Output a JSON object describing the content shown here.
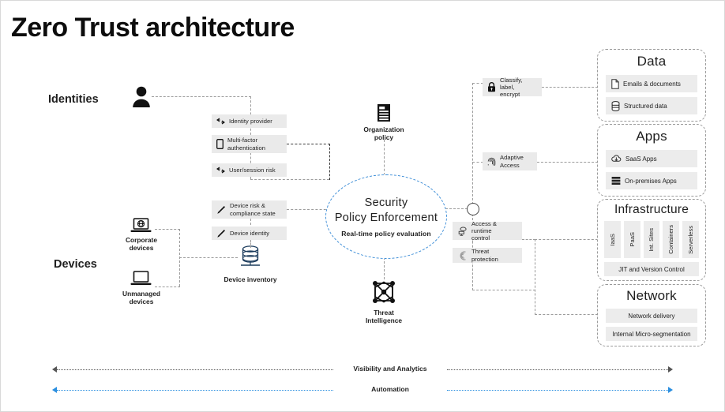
{
  "page": {
    "title": "Zero Trust architecture"
  },
  "pillars": {
    "identities": {
      "label": "Identities",
      "icon": "person-icon"
    },
    "devices": {
      "label": "Devices",
      "icon": "devices-icon"
    }
  },
  "identity_chips": [
    {
      "label": "Identity  provider",
      "icon": "exchange-arrows-icon"
    },
    {
      "label": "Multi-factor\nauthentication",
      "line1": "Multi-factor",
      "line2": "authentication",
      "icon": "mobile-phone-icon"
    },
    {
      "label": "User/session risk",
      "icon": "exchange-arrows-icon"
    }
  ],
  "device_chips": [
    {
      "line1": "Device  risk &",
      "line2": "compliance  state",
      "icon": "pencil-icon"
    },
    {
      "line1": "Device  identity",
      "line2": "",
      "icon": "pencil-icon"
    }
  ],
  "device_sources": [
    {
      "line1": "Corporate",
      "line2": "devices",
      "icon": "laptop-globe-icon"
    },
    {
      "line1": "Unmanaged",
      "line2": "devices",
      "icon": "laptop-icon"
    }
  ],
  "device_inventory": {
    "label": "Device inventory",
    "icon": "database-icon"
  },
  "organization_policy": {
    "line1": "Organization",
    "line2": "policy",
    "icon": "document-lines-icon"
  },
  "threat_intelligence": {
    "line1": "Threat",
    "line2": "Intelligence",
    "icon": "network-graph-icon"
  },
  "policy_engine": {
    "line1": "Security",
    "line2": "Policy  Enforcement",
    "subtitle": "Real-time policy evaluation",
    "accent_color": "#3f8fd8"
  },
  "enforcement_chips": [
    {
      "line1": "Access & runtime",
      "line2": "control",
      "icon": "access-control-icon"
    },
    {
      "line1": "Threat protection",
      "line2": "",
      "icon": "shield-radar-icon"
    }
  ],
  "right_chips": [
    {
      "line1": "Classify,  label,",
      "line2": "encrypt",
      "icon": "lock-icon"
    },
    {
      "line1": "Adaptive",
      "line2": "Access",
      "icon": "fingerprint-icon"
    }
  ],
  "panels": [
    {
      "title": "Data",
      "rows": [
        {
          "label": "Emails & documents",
          "icon": "file-icon"
        },
        {
          "label": "Structured  data",
          "icon": "database-icon"
        }
      ]
    },
    {
      "title": "Apps",
      "rows": [
        {
          "label": "SaaS Apps",
          "icon": "cloud-arrow-icon"
        },
        {
          "label": "On-premises Apps",
          "icon": "server-stack-icon"
        }
      ]
    },
    {
      "title": "Infrastructure",
      "vertical_cells": [
        "IaaS",
        "PaaS",
        "Int. Sites",
        "Containers",
        "Serverless"
      ],
      "footer": "JIT and Version  Control"
    },
    {
      "title": "Network",
      "rows": [
        {
          "label": "Network delivery",
          "icon": ""
        },
        {
          "label": "Internal Micro-segmentation",
          "icon": ""
        }
      ]
    }
  ],
  "bottom_bars": [
    {
      "label": "Visibility and Analytics",
      "color": "#555555"
    },
    {
      "label": "Automation",
      "color": "#2b8fe0"
    }
  ]
}
